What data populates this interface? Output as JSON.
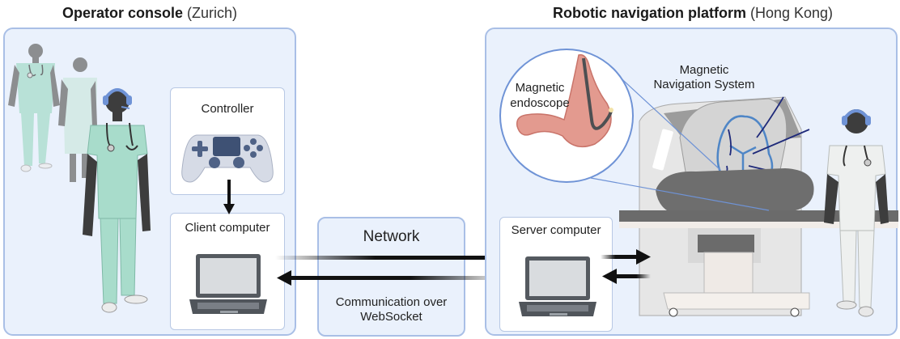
{
  "left_panel": {
    "title_bold": "Operator console",
    "title_location": "(Zurich)",
    "controller_box": {
      "label": "Controller",
      "icon": "gamepad-icon"
    },
    "client_box": {
      "label": "Client computer",
      "icon": "laptop-icon"
    },
    "figures": [
      "doctor-figure",
      "nurse-figure",
      "operator-with-headset-figure"
    ]
  },
  "network": {
    "label": "Network",
    "caption_line1": "Communication over",
    "caption_line2": "WebSocket"
  },
  "right_panel": {
    "title_bold": "Robotic navigation platform",
    "title_location": "(Hong Kong)",
    "inset_label_line1": "Magnetic",
    "inset_label_line2": "endoscope",
    "system_label_line1": "Magnetic",
    "system_label_line2": "Navigation System",
    "server_box": {
      "label": "Server computer",
      "icon": "laptop-icon"
    },
    "figures": [
      "pig-on-table",
      "assistant-with-headset-figure",
      "magnetic-navigation-machine",
      "stomach-inset"
    ]
  },
  "colors": {
    "panel_bg": "#eaf1fc",
    "panel_border": "#a9bfe6",
    "scrubs": "#a8dccb",
    "headset": "#6f93d6",
    "coil": "#4f86c6",
    "field_lines": "#1f2a7a",
    "stomach": "#e39a8f"
  }
}
